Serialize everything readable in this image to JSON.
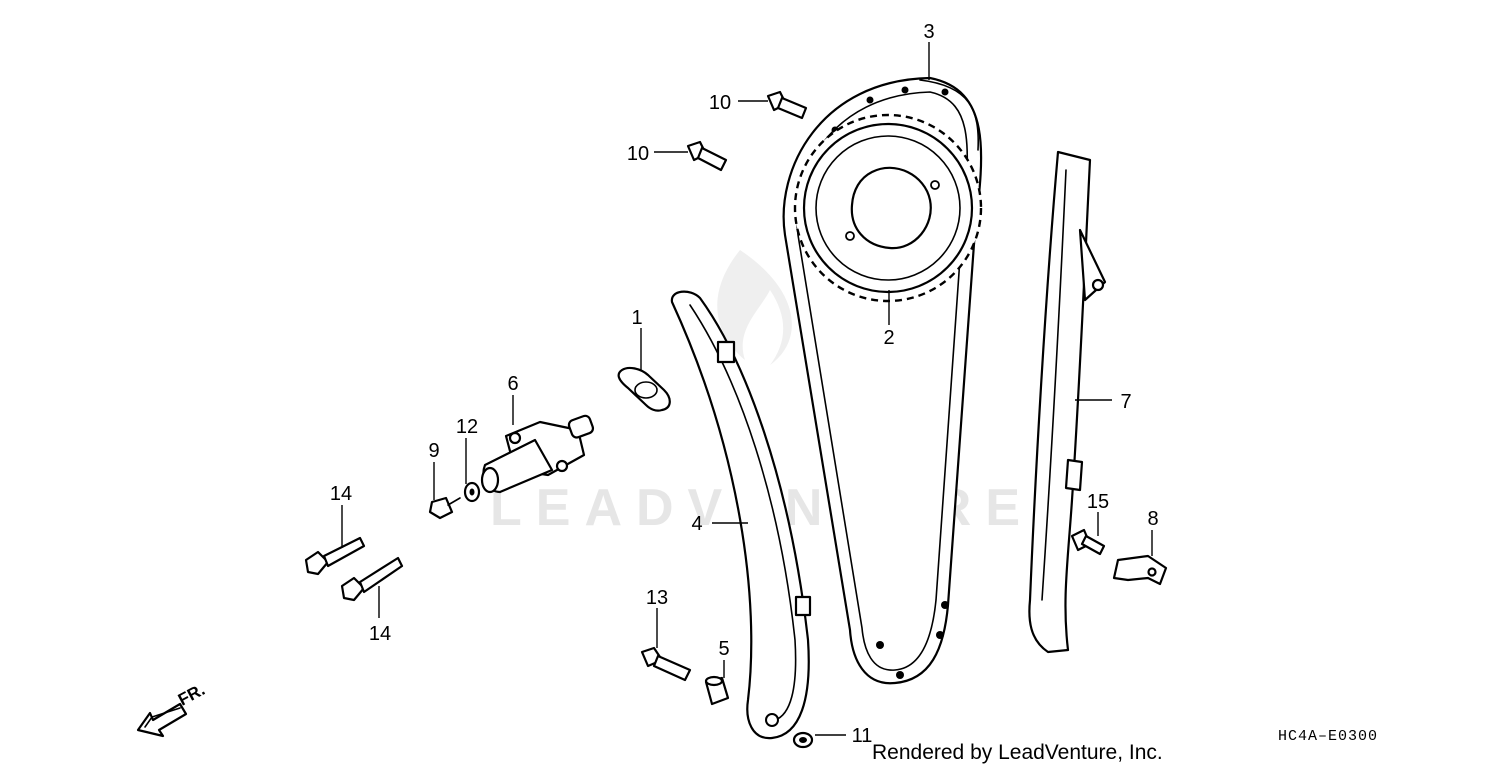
{
  "watermark": {
    "text": "LEADVENTURE"
  },
  "callouts": [
    {
      "id": "c1",
      "label": "1"
    },
    {
      "id": "c2",
      "label": "2"
    },
    {
      "id": "c3",
      "label": "3"
    },
    {
      "id": "c4",
      "label": "4"
    },
    {
      "id": "c5",
      "label": "5"
    },
    {
      "id": "c6",
      "label": "6"
    },
    {
      "id": "c7",
      "label": "7"
    },
    {
      "id": "c8",
      "label": "8"
    },
    {
      "id": "c9",
      "label": "9"
    },
    {
      "id": "c10a",
      "label": "10"
    },
    {
      "id": "c10b",
      "label": "10"
    },
    {
      "id": "c11",
      "label": "11"
    },
    {
      "id": "c12",
      "label": "12"
    },
    {
      "id": "c13",
      "label": "13"
    },
    {
      "id": "c14a",
      "label": "14"
    },
    {
      "id": "c14b",
      "label": "14"
    },
    {
      "id": "c15",
      "label": "15"
    }
  ],
  "front_indicator": {
    "label": "FR.",
    "icon": "front-arrow-icon"
  },
  "footer": {
    "credit": "Rendered by LeadVenture, Inc.",
    "diagram_code": "HC4A–E0300"
  }
}
